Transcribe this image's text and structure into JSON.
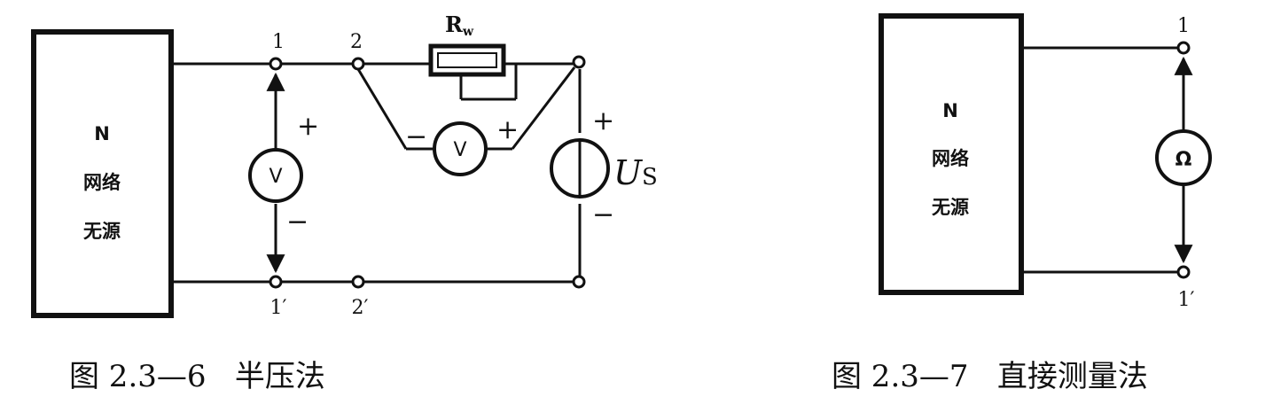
{
  "figure1": {
    "box_lines": [
      "N",
      "网络",
      "无源"
    ],
    "nodes": {
      "n1": "1",
      "n1p": "1′",
      "n2": "2",
      "n2p": "2′"
    },
    "resistor": {
      "label": "R",
      "sub": "w"
    },
    "voltmeter_left": {
      "symbol": "V",
      "plus": "+",
      "minus": "−"
    },
    "voltmeter_mid": {
      "symbol": "V",
      "plus": "+",
      "minus": "−"
    },
    "source": {
      "plus": "+",
      "minus": "−",
      "label": "U",
      "sub": "S"
    },
    "caption": "图 2.3—6   半压法"
  },
  "figure2": {
    "box_lines": [
      "N",
      "网络",
      "无源"
    ],
    "nodes": {
      "n1": "1",
      "n1p": "1′"
    },
    "ohmmeter": {
      "symbol": "Ω"
    },
    "caption": "图 2.3—7   直接测量法"
  }
}
